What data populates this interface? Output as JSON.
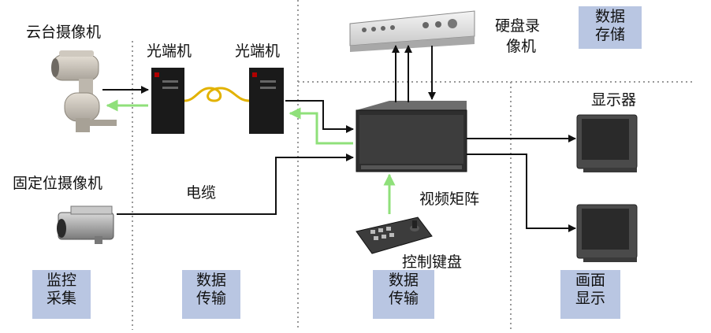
{
  "devices": {
    "ptz_camera": "云台摄像机",
    "fiber_transceiver_left": "光端机",
    "fiber_transceiver_right": "光端机",
    "fixed_camera": "固定位摄像机",
    "cable": "电缆",
    "dvr_line1": "硬盘录",
    "dvr_line2": "像机",
    "display": "显示器",
    "matrix": "视频矩阵",
    "keyboard": "控制键盘"
  },
  "stages": {
    "collect": [
      "监控",
      "采集"
    ],
    "transmit_1": [
      "数据",
      "传输"
    ],
    "transmit_2": [
      "数据",
      "传输"
    ],
    "display": [
      "画面",
      "显示"
    ],
    "storage": [
      "数据",
      "存储"
    ]
  },
  "colors": {
    "stage_box": "#b9c6e2",
    "control_arrow": "#8fe07a",
    "signal_arrow": "#111111",
    "divider": "#999999"
  }
}
